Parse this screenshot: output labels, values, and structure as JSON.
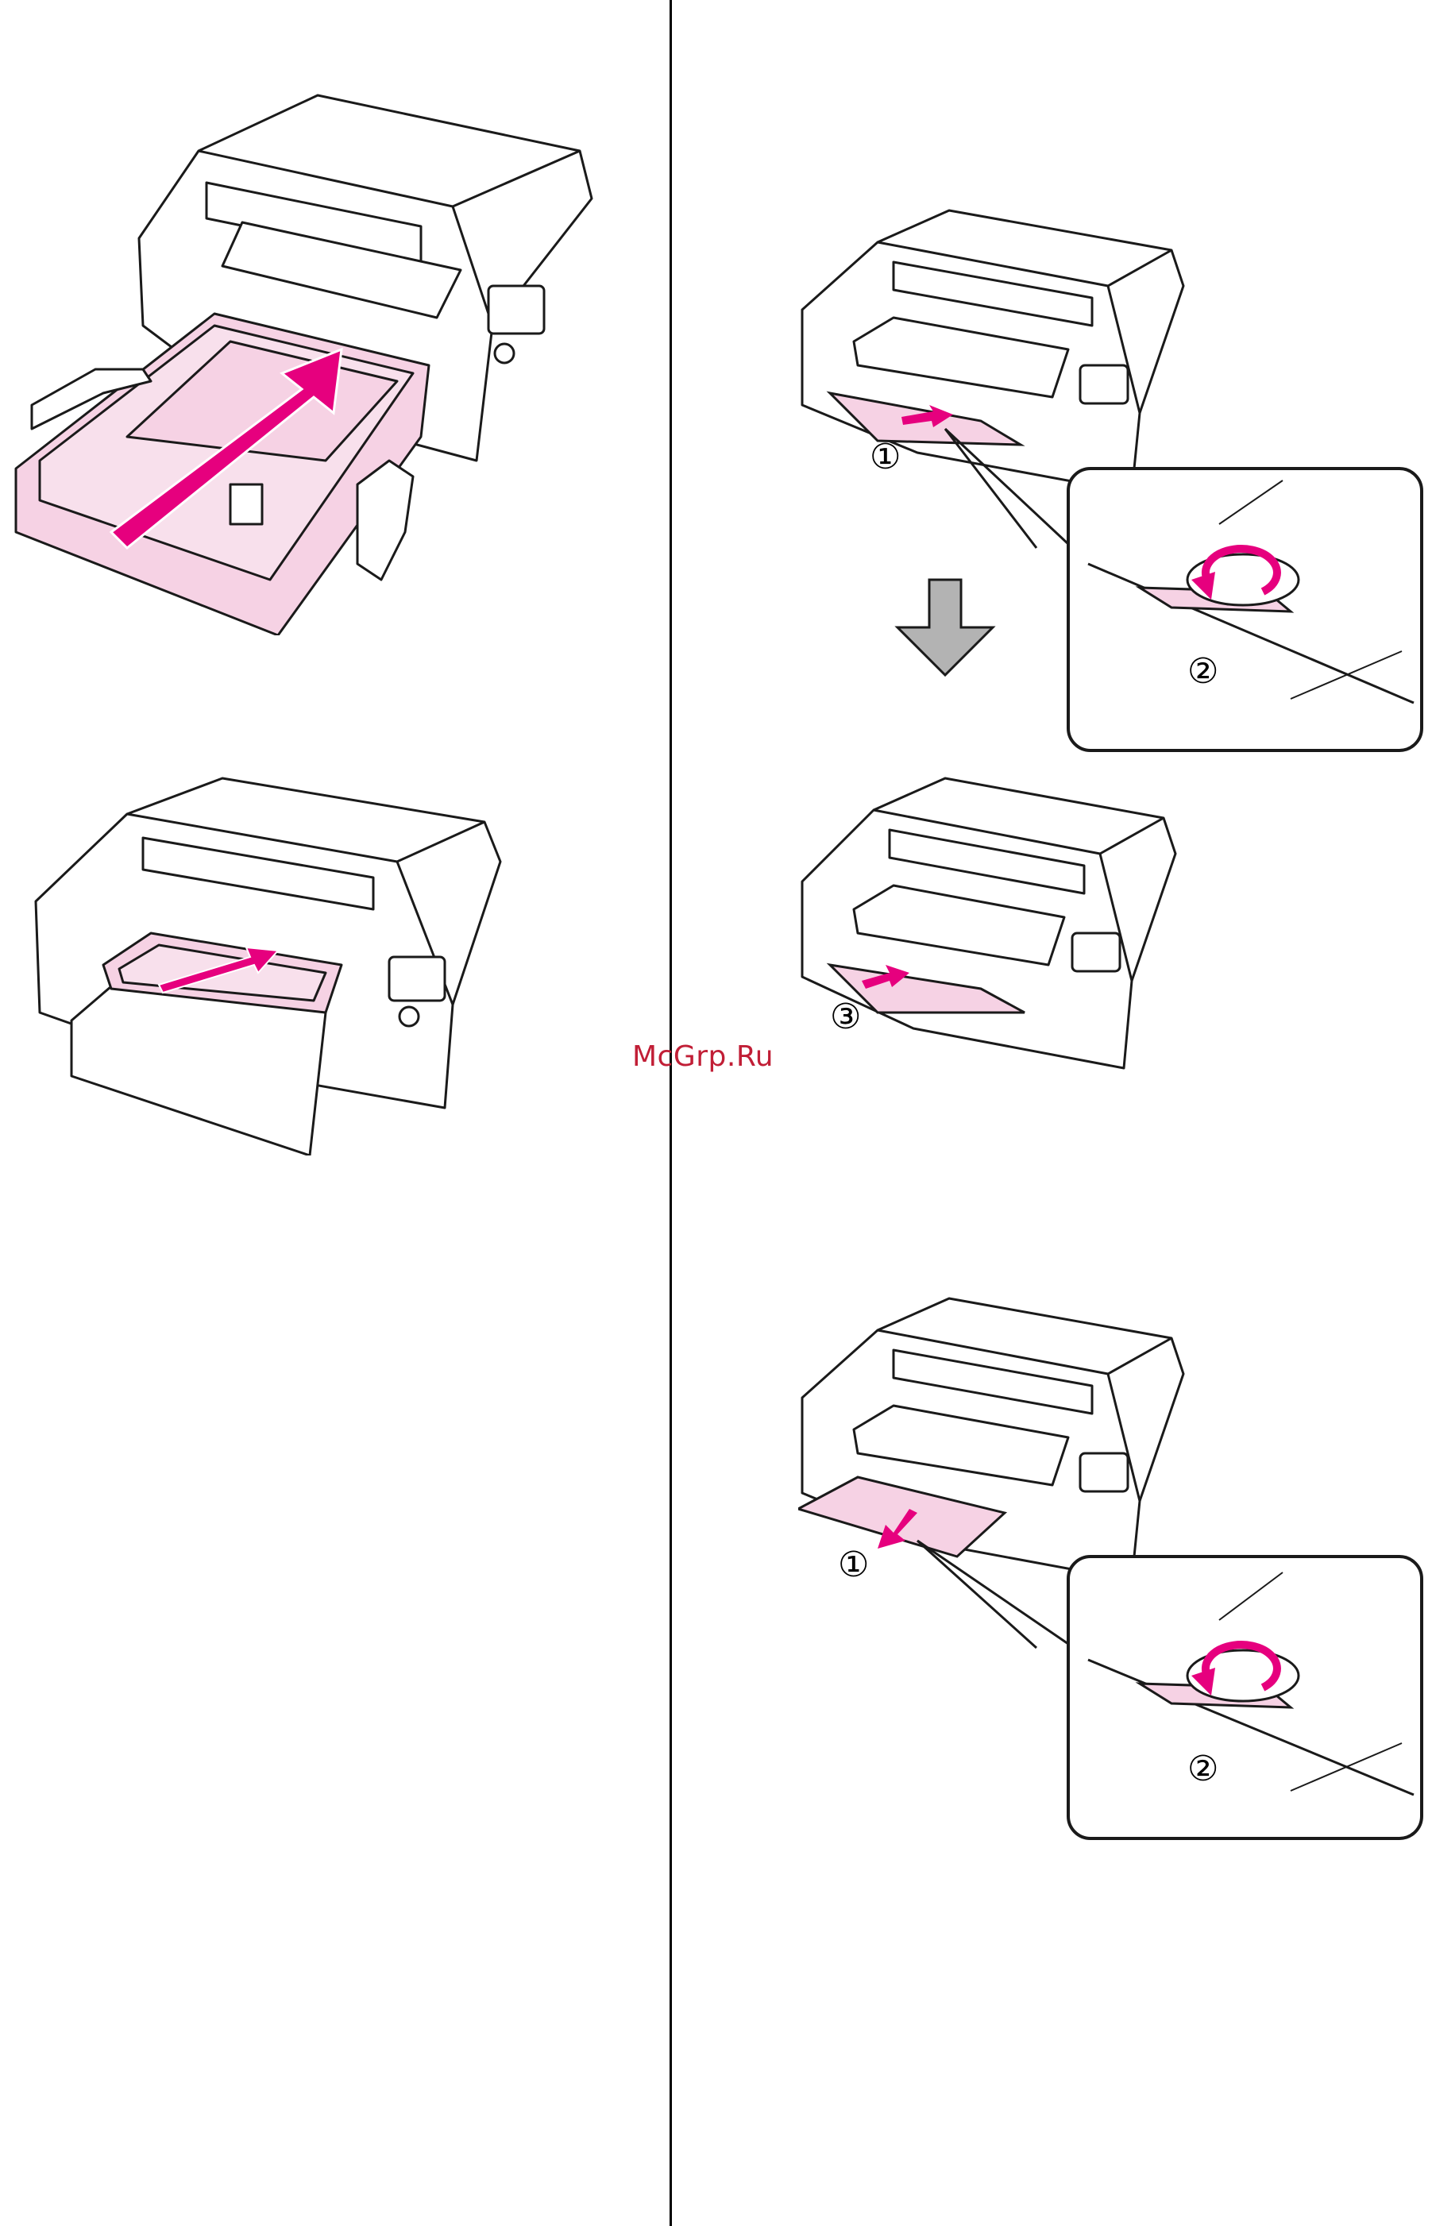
{
  "watermark": {
    "text": "McGrp.Ru"
  },
  "callouts": {
    "step1_a": "①",
    "step2_a": "②",
    "step3": "③",
    "step1_b": "①",
    "step2_b": "②"
  },
  "colors": {
    "accent_pink": "#e6007e",
    "paper_pink": "#f6d2e4",
    "line": "#1a1a1a",
    "arrow_gray": "#b3b3b3"
  }
}
